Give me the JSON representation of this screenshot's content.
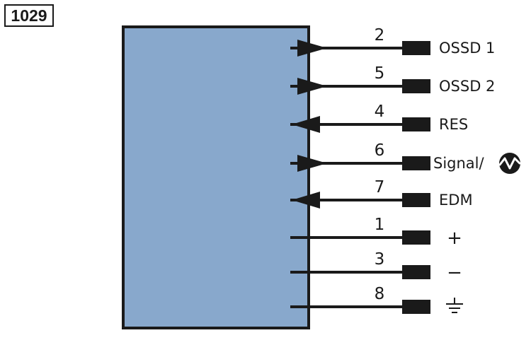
{
  "figure_label": "1029",
  "colors": {
    "body_fill": "#88a8cc",
    "line": "#1a1a1a",
    "background": "#ffffff"
  },
  "pins": [
    {
      "pin": "2",
      "signal": "OSSD 1",
      "direction": "output"
    },
    {
      "pin": "5",
      "signal": "OSSD 2",
      "direction": "output"
    },
    {
      "pin": "4",
      "signal": "RES",
      "direction": "input"
    },
    {
      "pin": "6",
      "signal": "Signal/",
      "direction": "output",
      "icon": "signal-wave-icon"
    },
    {
      "pin": "7",
      "signal": "EDM",
      "direction": "input"
    },
    {
      "pin": "1",
      "signal": "+",
      "direction": "none"
    },
    {
      "pin": "3",
      "signal": "−",
      "direction": "none"
    },
    {
      "pin": "8",
      "signal": "",
      "direction": "none",
      "icon": "ground-icon"
    }
  ]
}
